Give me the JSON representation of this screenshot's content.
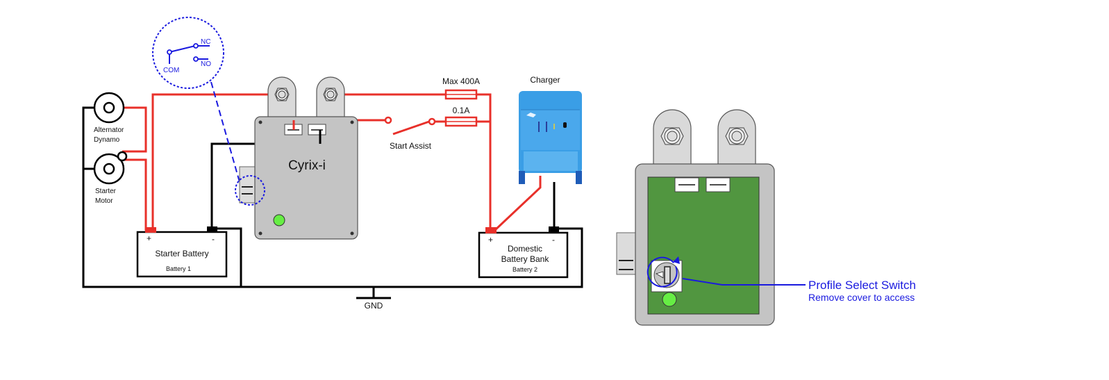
{
  "diagram": {
    "title": "Cyrix-i battery combiner wiring diagram",
    "relay_detail": {
      "com": "COM",
      "nc": "NC",
      "no": "NO"
    },
    "components": {
      "alternator": {
        "line1": "Alternator",
        "line2": "Dynamo"
      },
      "starter_motor": {
        "line1": "Starter",
        "line2": "Motor"
      },
      "cyrix": {
        "label": "Cyrix-i"
      },
      "fuse_main": {
        "label": "Max 400A"
      },
      "fuse_small": {
        "label": "0.1A"
      },
      "start_assist": {
        "label": "Start Assist"
      },
      "charger": {
        "label": "Charger"
      },
      "starter_battery": {
        "plus": "+",
        "minus": "-",
        "name": "Starter Battery",
        "sub": "Battery 1"
      },
      "domestic_battery": {
        "plus": "+",
        "minus": "-",
        "name1": "Domestic",
        "name2": "Battery Bank",
        "sub": "Battery 2"
      },
      "ground": {
        "label": "GND"
      }
    },
    "callout": {
      "title": "Profile Select Switch",
      "subtitle": "Remove cover to access"
    },
    "colors": {
      "positive_wire": "#e8302a",
      "negative_wire": "#000000",
      "annotation": "#1a1adf",
      "housing": "#c4c4c4",
      "pcb": "#519640",
      "led": "#66ee44",
      "charger": "#3a9ee6"
    }
  }
}
